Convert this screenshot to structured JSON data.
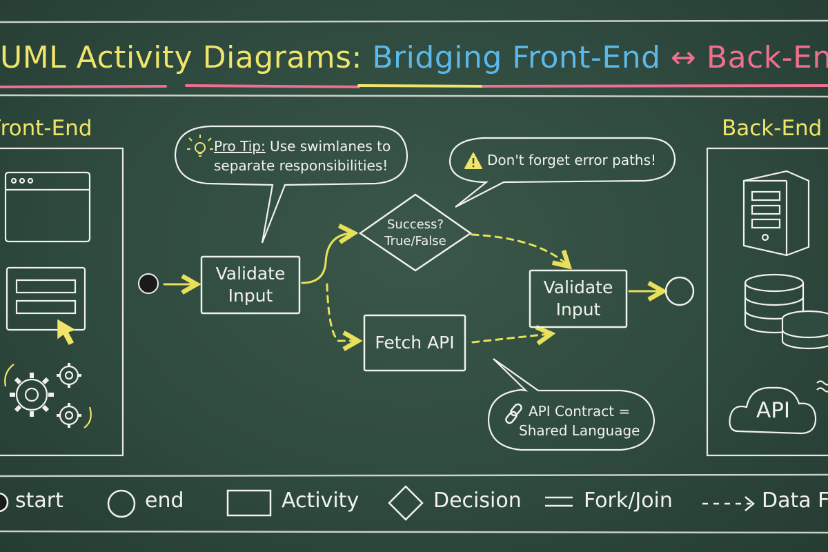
{
  "title": {
    "part1": "UML Activity Diagrams:",
    "part2": "Bridging Front-End",
    "arrow": "↔",
    "part3": "Back-End"
  },
  "colors": {
    "board": "#2f4a3e",
    "chalk": "#f2f2ec",
    "yellow": "#f0e56a",
    "blue": "#5bb8e8",
    "pink": "#ef6f8e",
    "arrow_yellow": "#e8e05a"
  },
  "lanes": {
    "front_end": "Front-End",
    "back_end": "Back-End"
  },
  "nodes": {
    "validate_input_1": "Validate Input",
    "decision": "Success? True/False",
    "fetch_api": "Fetch API",
    "validate_input_2": "Validate Input"
  },
  "bubbles": {
    "pro_tip_label": "Pro Tip:",
    "pro_tip_rest": " Use swimlanes to",
    "pro_tip_line2": "separate responsibilities!",
    "warning": "Don't forget error paths!",
    "api_line1": "API Contract =",
    "api_line2": "Shared Language"
  },
  "backend_icons": {
    "api_cloud": "API"
  },
  "legend": {
    "start": "start",
    "end": "end",
    "activity": "Activity",
    "decision": "Decision",
    "fork_join": "Fork/Join",
    "data_flow": "Data Flow"
  },
  "icons": [
    "browser-window-icon",
    "form-icon",
    "cursor-icon",
    "gears-icon",
    "server-icon",
    "database-icon",
    "cloud-icon",
    "lightbulb-icon",
    "warning-icon",
    "link-icon"
  ]
}
